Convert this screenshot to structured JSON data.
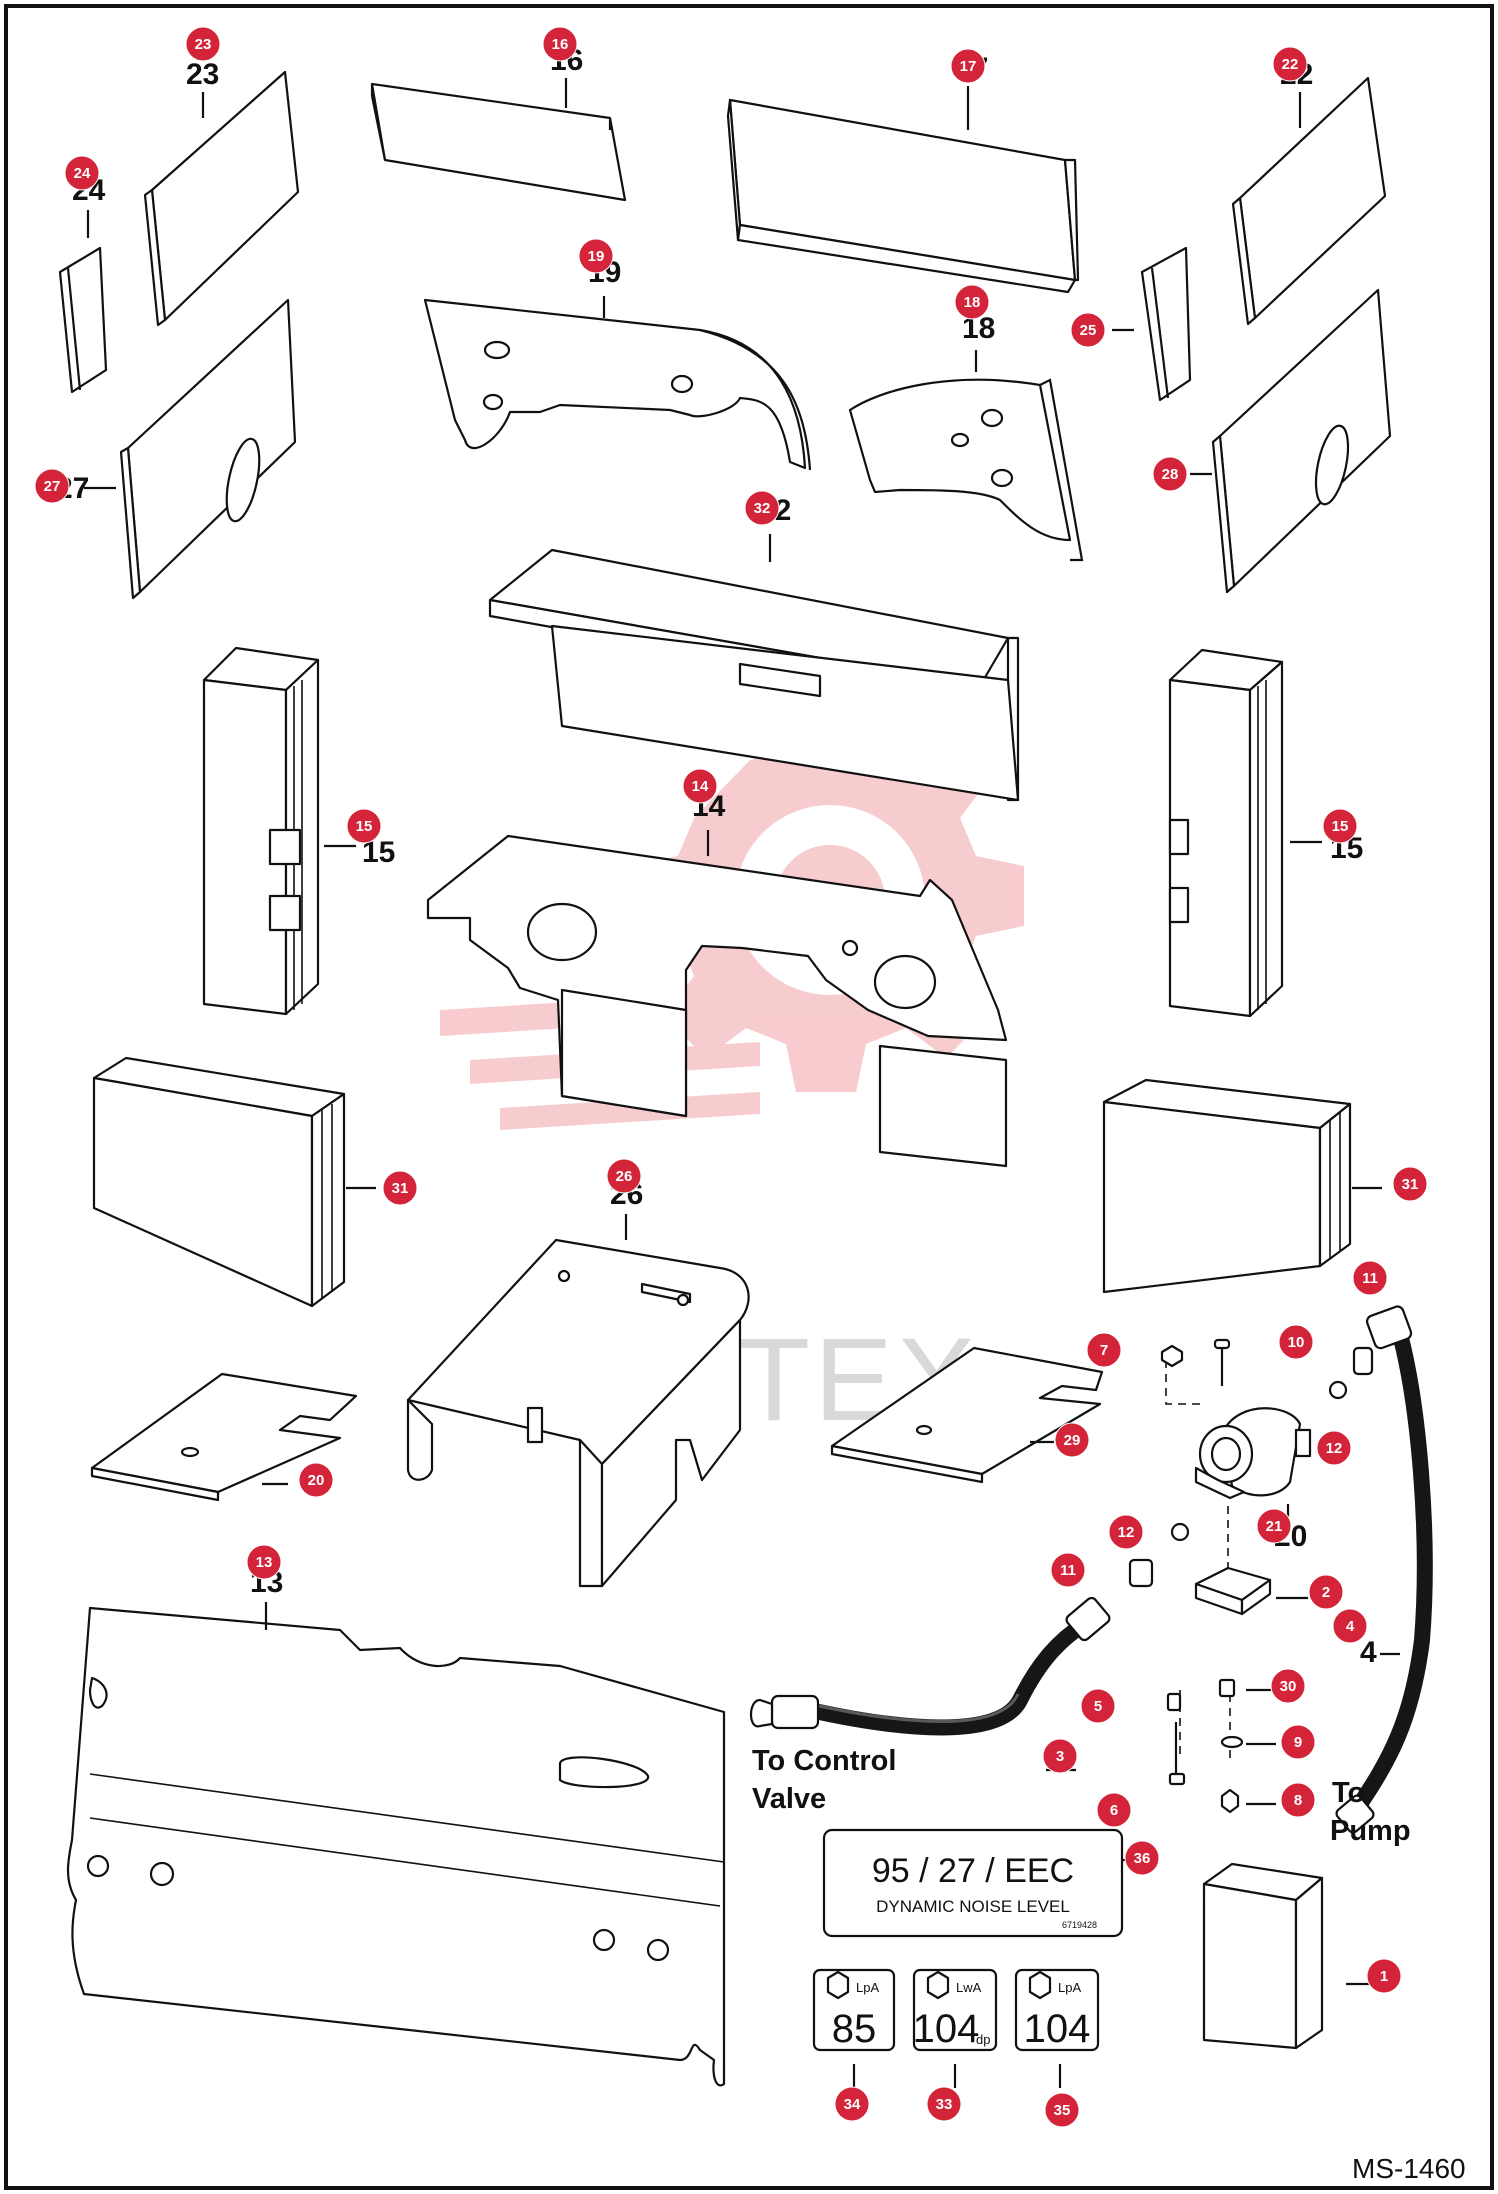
{
  "drawing_code": "MS-1460",
  "watermark_text": "ИНТЕХ",
  "labels": {
    "to_control_valve_1": "To Control",
    "to_control_valve_2": "Valve",
    "to_pump_1": "To",
    "to_pump_2": "Pump"
  },
  "decal_36": {
    "line1": "95 / 27 / EEC",
    "line2": "DYNAMIC NOISE LEVEL",
    "small": "6719428"
  },
  "decal_34": {
    "label": "LpA",
    "value": "85"
  },
  "decal_33": {
    "label": "LwA",
    "value": "104",
    "suffix": "dp"
  },
  "decal_35": {
    "label": "LpA",
    "value": "104"
  },
  "callouts": [
    "1",
    "2",
    "3",
    "4",
    "5",
    "6",
    "7",
    "8",
    "9",
    "10",
    "11",
    "11",
    "12",
    "12",
    "13",
    "14",
    "15",
    "15",
    "16",
    "17",
    "18",
    "19",
    "20",
    "21",
    "22",
    "23",
    "24",
    "25",
    "26",
    "27",
    "28",
    "29",
    "30",
    "31",
    "31",
    "32",
    "33",
    "34",
    "35",
    "36"
  ],
  "colors": {
    "callout_red": "#d3243a",
    "watermark_red": "#f2a3a8",
    "line": "#111111"
  }
}
